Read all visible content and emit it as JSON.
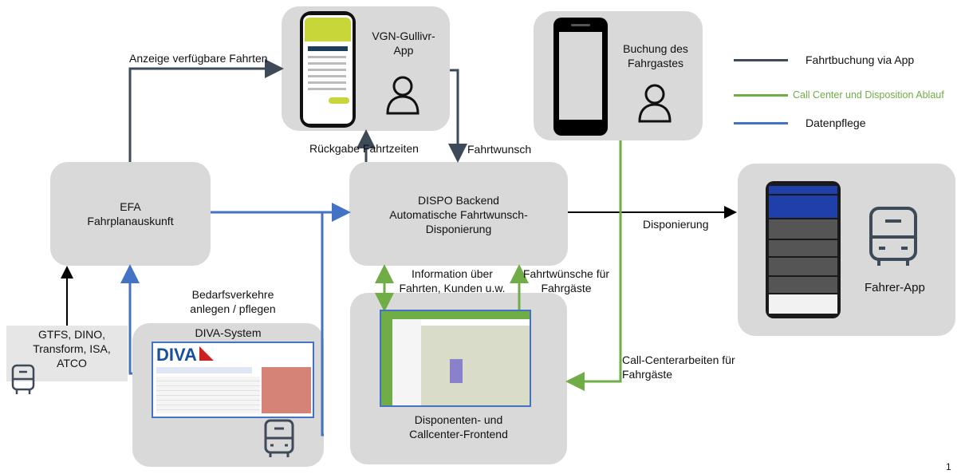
{
  "nodes": {
    "vgn_app": "VGN-Gullivr-\nApp",
    "booking": "Buchung des\nFahrgastes",
    "efa": "EFA\nFahrplanauskunft",
    "dispo": "DISPO Backend\nAutomatische Fahrtwunsch-\nDisponierung",
    "driver_app": "Fahrer-App",
    "diva": "DIVA-System",
    "frontend": "Disponenten- und\nCallcenter-Frontend",
    "sources": "GTFS, DINO,\nTransform, ISA,\nATCO"
  },
  "edge_labels": {
    "available_trips": "Anzeige verfügbare Fahrten",
    "return_times": "Rückgabe Fahrtzeiten",
    "trip_request": "Fahrtwunsch",
    "dispatching": "Disponierung",
    "info": "Information über\nFahrten, Kunden u.w.",
    "requests_passengers": "Fahrtwünsche für\nFahrgäste",
    "demand_transport": "Bedarfsverkehre\nanlegen / pflegen",
    "callcenter_work": "Call-Centerarbeiten für\nFahrgäste"
  },
  "legend": [
    {
      "label": "Fahrtbuchung via App",
      "color": "#3e4a58"
    },
    {
      "label": "Call Center und Disposition Ablauf",
      "color": "#70ad47"
    },
    {
      "label": "Datenpflege",
      "color": "#4472c4"
    }
  ],
  "diva_logo": "DIVA",
  "page_number": "1",
  "colors": {
    "box": "#d9d9d9",
    "app_flow": "#3e4a58",
    "callcenter_flow": "#70ad47",
    "data_flow": "#4472c4",
    "black_flow": "#000000"
  },
  "icons": [
    "person-icon",
    "bus-icon",
    "phone-icon"
  ]
}
